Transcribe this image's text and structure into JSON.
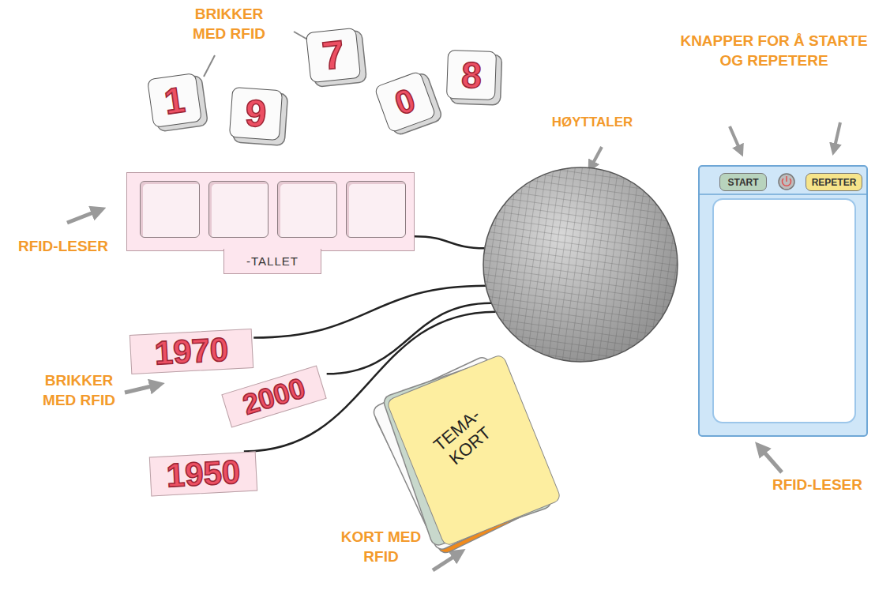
{
  "diagram": {
    "nodes": [
      {
        "text": [
          "1"
        ]
      },
      {
        "text": [
          "9"
        ]
      },
      {
        "text": [
          "7"
        ]
      },
      {
        "text": [
          "0"
        ]
      },
      {
        "text": [
          "8"
        ]
      },
      {
        "text": [
          "-TALLET"
        ]
      },
      {
        "text": [
          "HØYTTALER"
        ]
      },
      {
        "text": [
          "START"
        ]
      },
      {
        "text": [
          "REPETER"
        ]
      },
      {
        "text": [
          "1970"
        ]
      },
      {
        "text": [
          "2000"
        ]
      },
      {
        "text": [
          "1950"
        ]
      },
      {
        "text": [
          "TEMA- KORT"
        ]
      }
    ],
    "edges": [
      {
        "from": 5,
        "to": 6,
        "arrow": "none"
      },
      {
        "from": 9,
        "to": 6,
        "arrow": "none"
      },
      {
        "from": 10,
        "to": 6,
        "arrow": "none"
      },
      {
        "from": 11,
        "to": 6,
        "arrow": "none"
      }
    ],
    "labels": [
      "BRIKKER MED RFID",
      "KNAPPER FOR Å STARTE OG REPETERE",
      "RFID-LESER",
      "BRIKKER MED RFID",
      "KORT MED RFID",
      "RFID-LESER"
    ]
  }
}
